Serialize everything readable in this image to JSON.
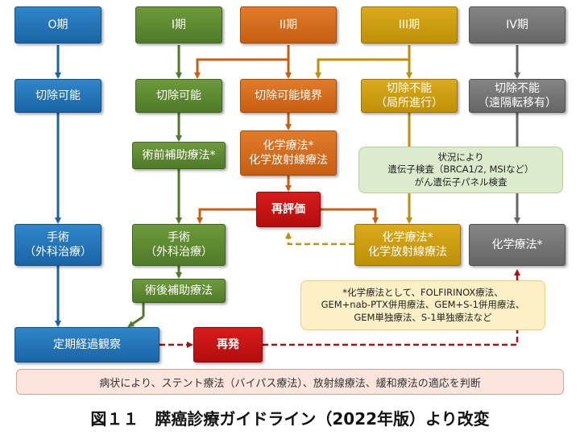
{
  "stages": {
    "stage0": "O期",
    "stage1": "I期",
    "stage2": "II期",
    "stage3": "III期",
    "stage4": "IV期"
  },
  "resectability": {
    "stage0": "切除可能",
    "stage1": "切除可能",
    "stage2": "切除可能境界",
    "stage3_line1": "切除不能",
    "stage3_line2": "（局所進行）",
    "stage4_line1": "切除不能",
    "stage4_line2": "（遠隔転移有）"
  },
  "treatments": {
    "neoadjuvant": "術前補助療法*",
    "chemo_stage2_line1": "化学療法*",
    "chemo_stage2_line2": "化学放射線療法",
    "reevaluation": "再評価",
    "surgery0_line1": "手術",
    "surgery0_line2": "（外科治療）",
    "surgery1_line1": "手術",
    "surgery1_line2": "（外科治療）",
    "chemo_stage3_line1": "化学療法*",
    "chemo_stage3_line2": "化学放射線療法",
    "chemo_stage4": "化学療法*",
    "adjuvant": "術後補助療法",
    "followup": "定期経過観察",
    "recurrence": "再発"
  },
  "notes": {
    "genetic_line1": "状況により",
    "genetic_line2": "遺伝子検査（BRCA1/2, MSIなど）",
    "genetic_line3": "がん遺伝子パネル検査",
    "chemo_line1": "*化学療法として、FOLFIRINOX療法、",
    "chemo_line2": "GEM+nab-PTX併用療法、GEM+S-1併用療法、",
    "chemo_line3": "GEM単独療法、S-1単独療法など"
  },
  "bottom_note": "病状により、ステント療法（バイパス療法）、放射線療法、緩和療法の適応を判断",
  "caption": "図１１　膵癌診療ガイドライン（2022年版）より改変",
  "colors": {
    "stage0": "#1a64a6",
    "stage1": "#4f7a28",
    "stage2": "#c65f12",
    "stage3": "#bf8f06",
    "stage4": "#666666",
    "reevaluation": "#b30d0d"
  }
}
